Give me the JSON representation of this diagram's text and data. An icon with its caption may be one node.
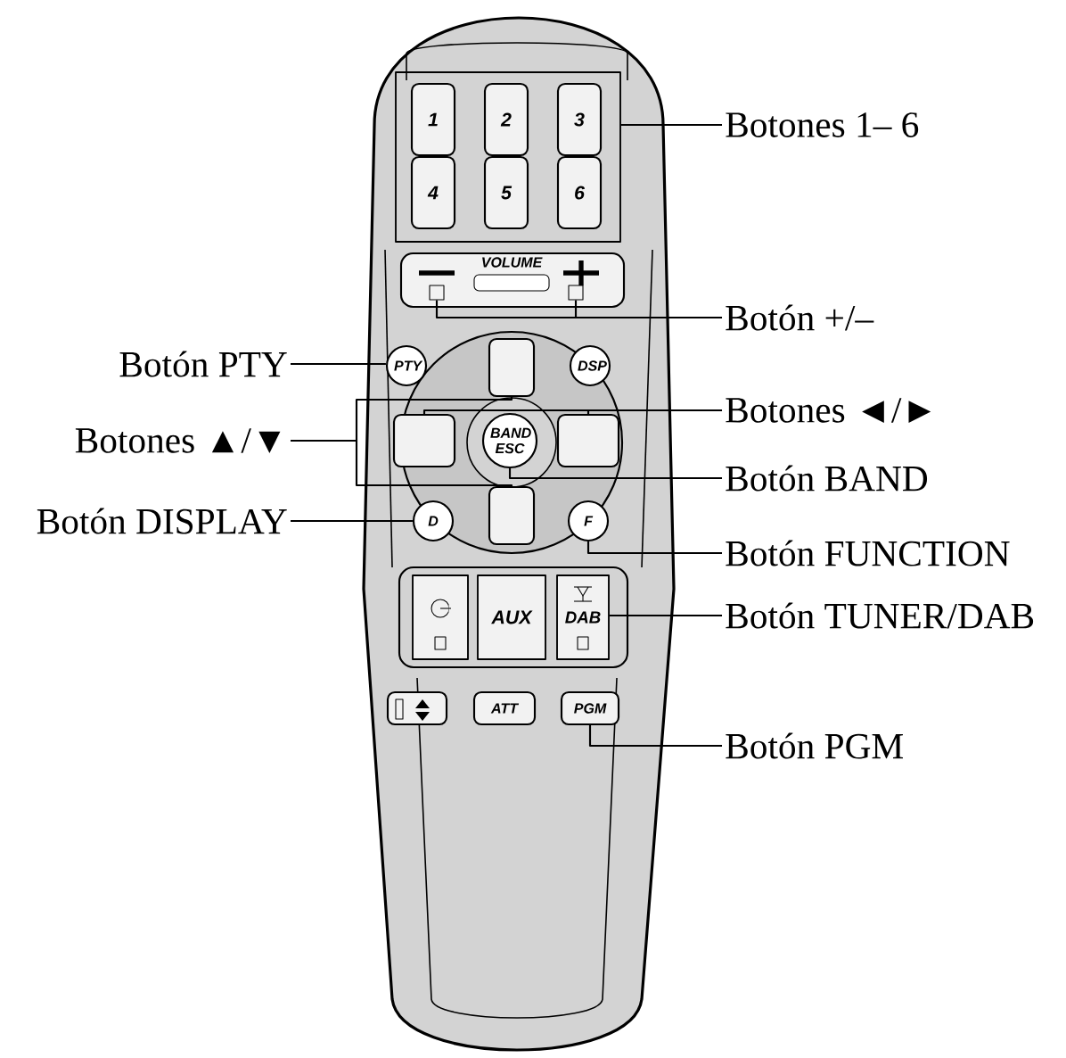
{
  "diagram": {
    "nodes": [
      {
        "text": [
          "Botones 1– 6"
        ]
      },
      {
        "text": [
          "Botón +/–"
        ]
      },
      {
        "text": [
          "Botón PTY"
        ]
      },
      {
        "text": [
          "Botones ▲/▼"
        ]
      },
      {
        "text": [
          "Botones ◄/►"
        ]
      },
      {
        "text": [
          "Botón BAND"
        ]
      },
      {
        "text": [
          "Botón DISPLAY"
        ]
      },
      {
        "text": [
          "Botón FUNCTION"
        ]
      },
      {
        "text": [
          "Botón TUNER/DAB"
        ]
      },
      {
        "text": [
          "Botón PGM"
        ]
      },
      {
        "text": [],
        "shape": "box"
      },
      {
        "text": [
          "1"
        ],
        "in": 10
      },
      {
        "text": [
          "2"
        ],
        "in": 10
      },
      {
        "text": [
          "3"
        ],
        "in": 10
      },
      {
        "text": [
          "4"
        ],
        "in": 10
      },
      {
        "text": [
          "5"
        ],
        "in": 10
      },
      {
        "text": [
          "6"
        ],
        "in": 10
      },
      {
        "text": [],
        "shape": "box"
      },
      {
        "text": [],
        "shape": "box"
      },
      {
        "text": [
          "PTY"
        ]
      },
      {
        "text": [],
        "shape": "box"
      },
      {
        "text": [],
        "shape": "box"
      },
      {
        "text": [],
        "shape": "box"
      },
      {
        "text": [
          "BAND ESC"
        ]
      },
      {
        "text": [],
        "shape": "box"
      },
      {
        "text": [
          "D"
        ]
      },
      {
        "text": [
          "F"
        ]
      },
      {
        "text": [
          "DAB"
        ]
      },
      {
        "text": [
          "PGM"
        ]
      },
      {
        "text": [
          "DSP"
        ]
      },
      {
        "text": [],
        "shape": "box"
      },
      {
        "text": [
          "AUX"
        ]
      },
      {
        "text": [],
        "shape": "box"
      },
      {
        "text": [
          "ATT"
        ]
      }
    ],
    "edges": [
      {
        "from": 0,
        "to": 10,
        "arrow": "none"
      },
      {
        "from": 1,
        "to": 17,
        "arrow": "none"
      },
      {
        "from": 1,
        "to": 18,
        "arrow": "none"
      },
      {
        "from": 2,
        "to": 19,
        "arrow": "none"
      },
      {
        "from": 3,
        "to": 20,
        "arrow": "none"
      },
      {
        "from": 3,
        "to": 24,
        "arrow": "none"
      },
      {
        "from": 4,
        "to": 21,
        "arrow": "none"
      },
      {
        "from": 4,
        "to": 22,
        "arrow": "none"
      },
      {
        "from": 5,
        "to": 23,
        "arrow": "none"
      },
      {
        "from": 6,
        "to": 25,
        "arrow": "none"
      },
      {
        "from": 7,
        "to": 26,
        "arrow": "none"
      },
      {
        "from": 8,
        "to": 27,
        "arrow": "none"
      },
      {
        "from": 9,
        "to": 28,
        "arrow": "none"
      }
    ],
    "labels": [
      "VOLUME"
    ]
  }
}
